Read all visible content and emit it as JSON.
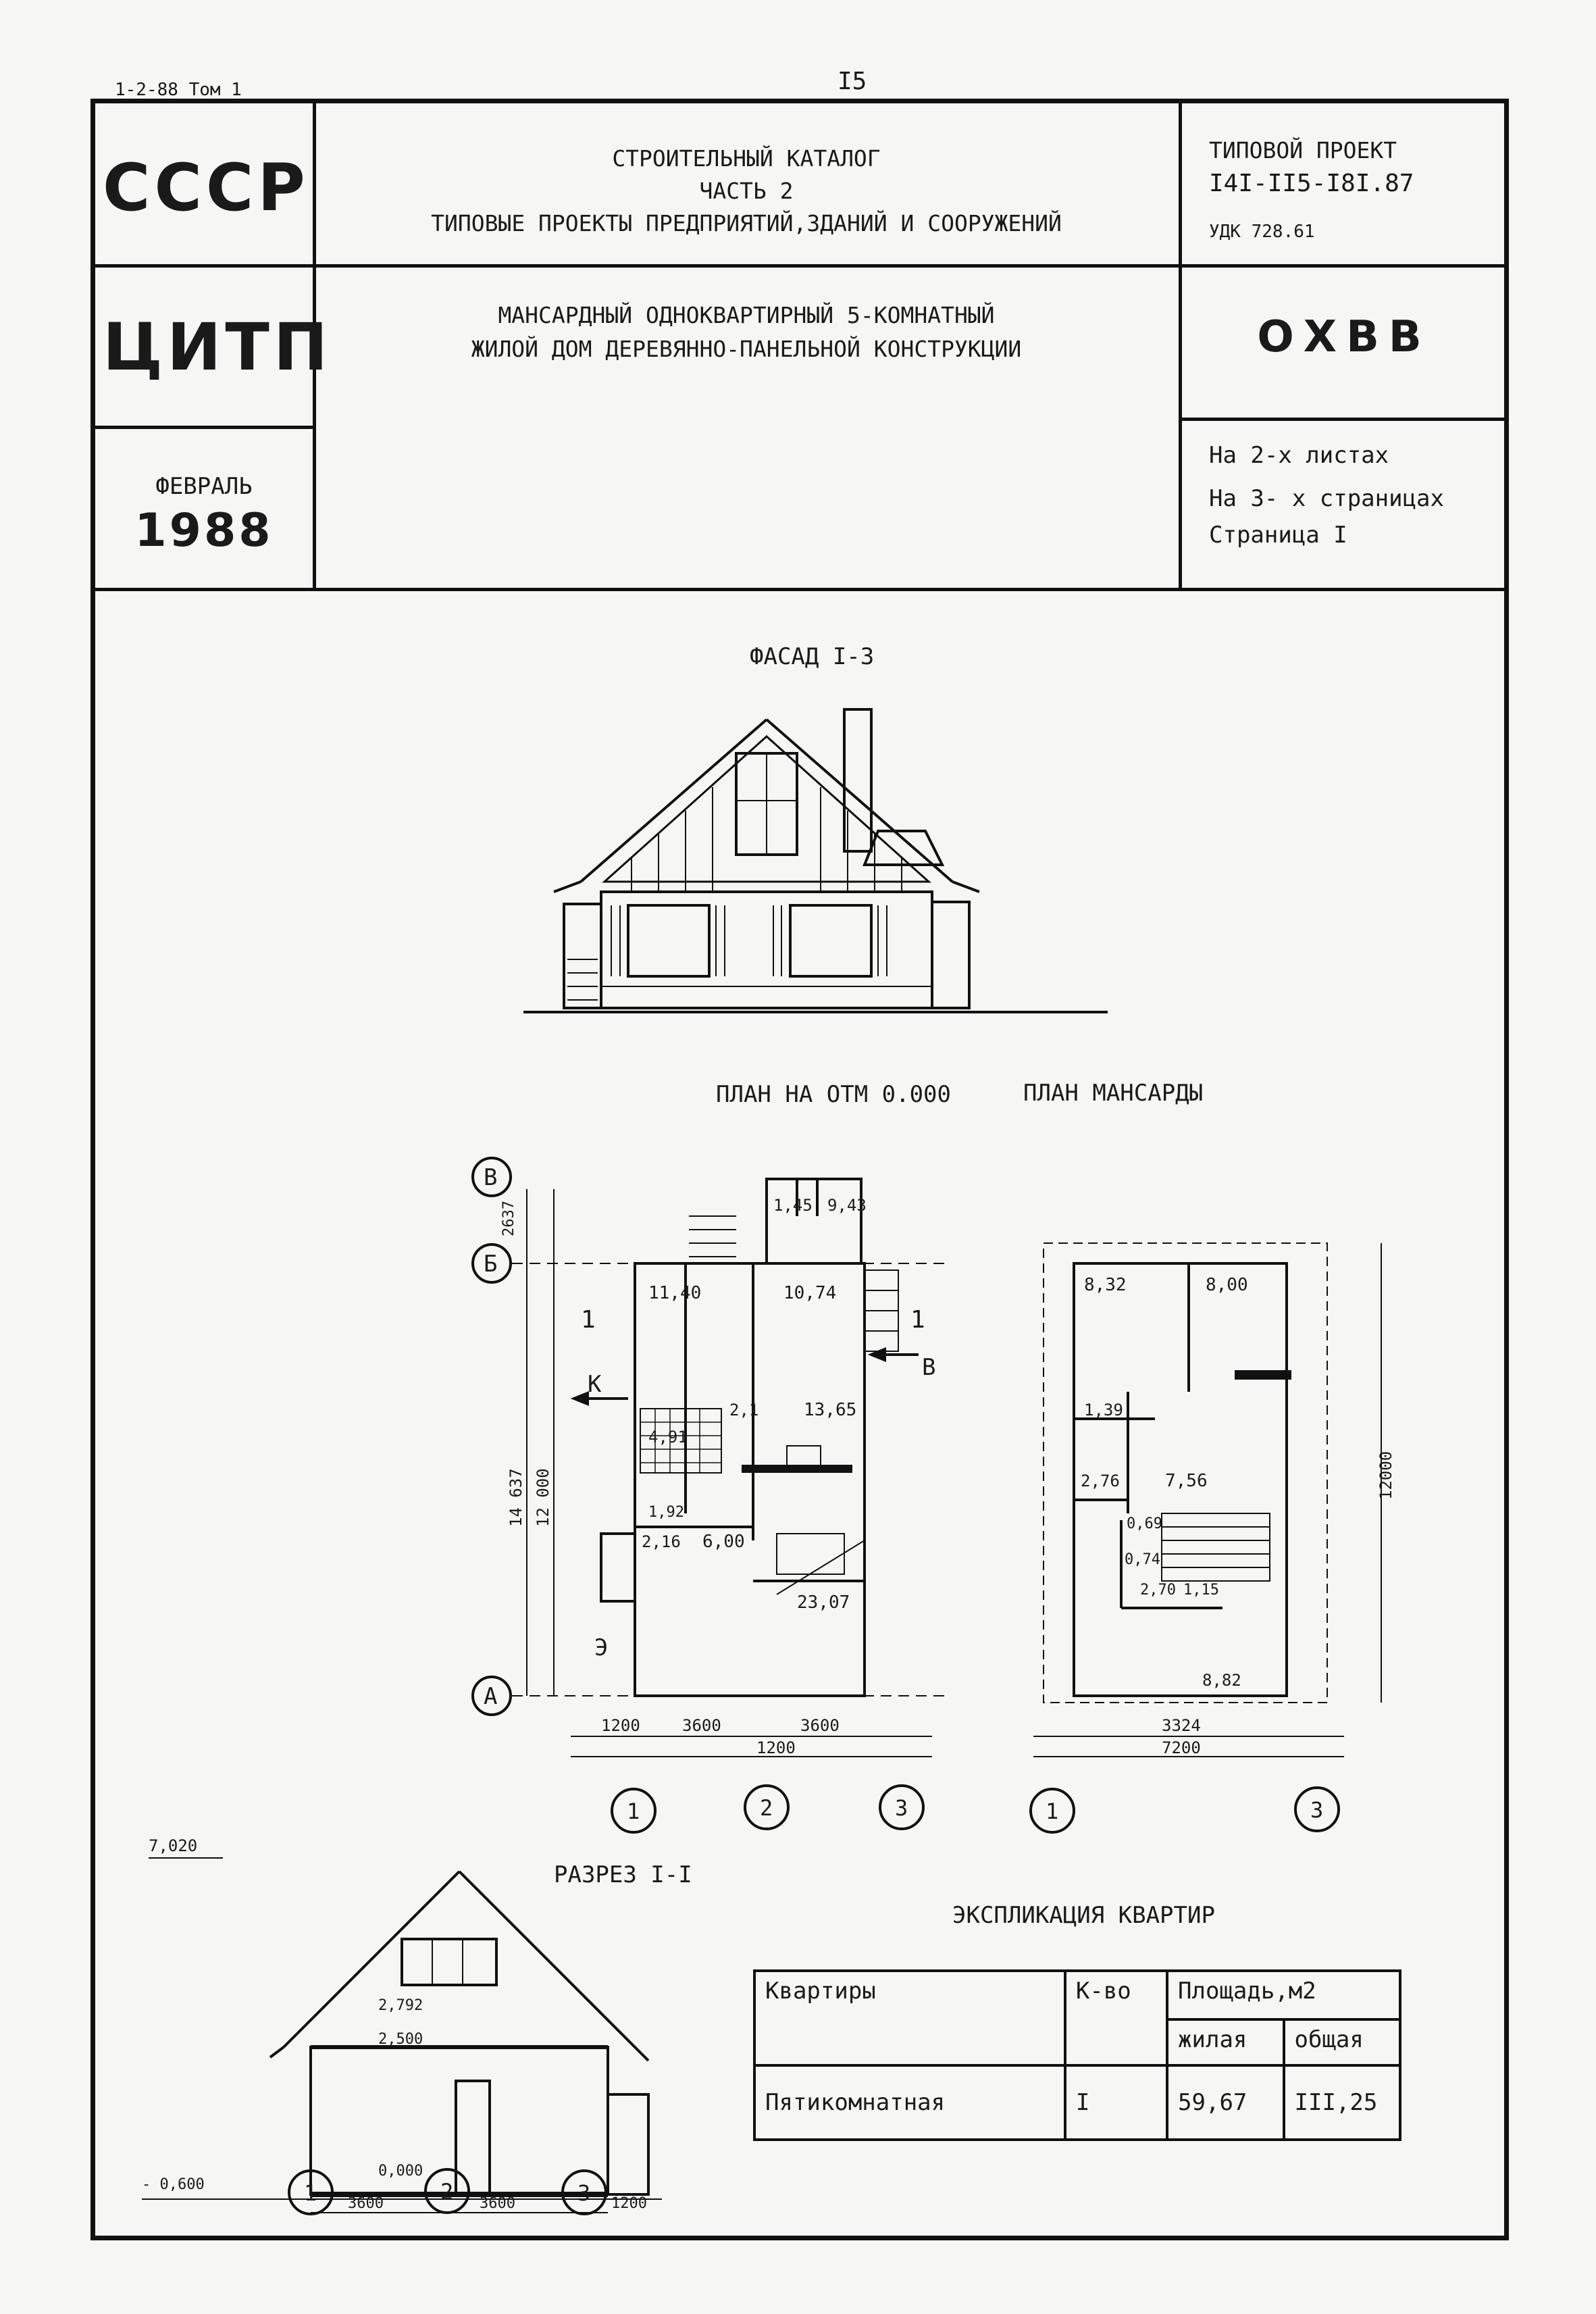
{
  "top": {
    "series_ref": "1-2-88 Том 1",
    "page_number": "I5"
  },
  "header": {
    "country": "СССР",
    "org": "ЦИТП",
    "month": "ФЕВРАЛЬ",
    "year": "1988",
    "catalog_line1": "СТРОИТЕЛЬНЫЙ КАТАЛОГ",
    "catalog_line2": "ЧАСТЬ 2",
    "catalog_line3": "ТИПОВЫЕ ПРОЕКТЫ ПРЕДПРИЯТИЙ,ЗДАНИЙ И СООРУЖЕНИЙ",
    "project_label": "ТИПОВОЙ ПРОЕКТ",
    "project_number": "I4I-II5-I8I.87",
    "udk": "УДК 728.61",
    "title_line1": "МАНСАРДНЫЙ ОДНОКВАРТИРНЫЙ 5-КОМНАТНЫЙ",
    "title_line2": "ЖИЛОЙ ДОМ ДЕРЕВЯННО-ПАНЕЛЬНОЙ КОНСТРУКЦИИ",
    "code": "ОХВВ",
    "sheets": "На 2-х листах",
    "pages": "На 3- х страницах",
    "page": "Страница I"
  },
  "drawings": {
    "facade_title": "ФАСАД I-3",
    "plan_ground_title": "ПЛАН НА ОТМ 0.000",
    "plan_attic_title": "ПЛАН МАНСАРДЫ",
    "section_title": "РАЗРЕЗ I-I",
    "axes": {
      "a": "А",
      "b": "Б",
      "v": "В",
      "n1": "1",
      "n2": "2",
      "n3": "3"
    },
    "ground": {
      "areas": [
        "11,40",
        "10,74",
        "1,45",
        "9,43",
        "4,91",
        "2,1",
        "13,65",
        "1,92",
        "2,16",
        "6,00",
        "23,07"
      ],
      "dims": [
        "2637",
        "14 637",
        "12 000",
        "1200",
        "3600",
        "3600",
        "1200"
      ],
      "marks": [
        "К",
        "В",
        "Э",
        "1",
        "1"
      ]
    },
    "attic": {
      "areas": [
        "8,32",
        "8,00",
        "1,39",
        "2,76",
        "7,56",
        "0,69",
        "0,74",
        "2,70",
        "1,15",
        "8,82"
      ],
      "dims": [
        "12000",
        "3324",
        "7200"
      ]
    },
    "section": {
      "levels": [
        "7,020",
        "2,792",
        "2,500",
        "0,000",
        "- 0,600"
      ],
      "dims": [
        "3600",
        "3600",
        "1200"
      ]
    }
  },
  "explication": {
    "title": "ЭКСПЛИКАЦИЯ КВАРТИР",
    "col_apartments": "Квартиры",
    "col_count": "К-во",
    "col_area": "Площадь,м2",
    "col_living": "жилая",
    "col_total": "общая",
    "row_name": "Пятикомнатная",
    "row_count": "I",
    "row_living": "59,67",
    "row_total": "III,25"
  }
}
